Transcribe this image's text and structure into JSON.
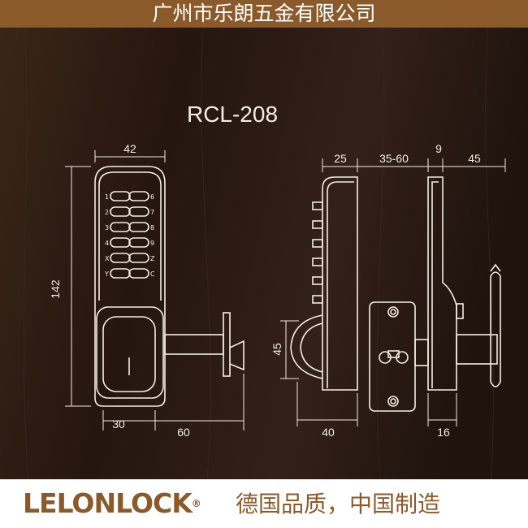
{
  "header": {
    "company_name": "广州市乐朗五金有限公司"
  },
  "model": "RCL-208",
  "footer": {
    "brand": "LELONLOCK",
    "brand_mark": "®",
    "slogan": "德国品质，中国制造"
  },
  "front_view": {
    "keypad_left": [
      "1",
      "2",
      "3",
      "4",
      "X",
      "Y"
    ],
    "keypad_right": [
      "6",
      "7",
      "8",
      "9",
      "Z",
      "C"
    ]
  },
  "dimensions": {
    "width_top": "42",
    "height_left": "142",
    "bottom_left": "30",
    "bottom_right": "60",
    "side_top_1": "25",
    "side_top_2": "35-60",
    "side_top_3": "9",
    "side_top_4": "45",
    "side_left_height": "45",
    "side_bottom_1": "40",
    "side_bottom_2": "16"
  },
  "colors": {
    "background": "#2a1a12",
    "banner": "#8a5a2b",
    "line": "#f4ede4",
    "footer_text": "#8a5a2b"
  }
}
